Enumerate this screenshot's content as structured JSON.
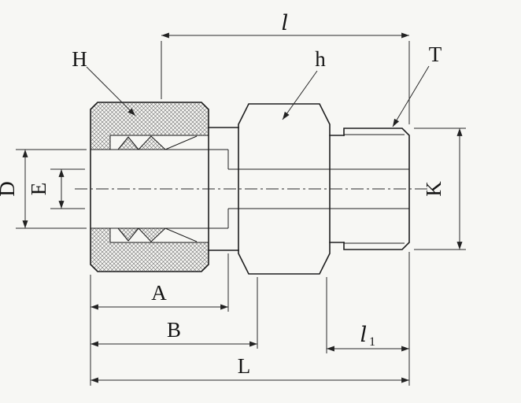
{
  "colors": {
    "background": "#f7f7f4",
    "ink": "#1f1f1f",
    "hatch": "#6e6e6e"
  },
  "diagram": {
    "type": "dimensioned-technical-drawing",
    "labels": {
      "l": "l",
      "H": "H",
      "h": "h",
      "T": "T",
      "D": "D",
      "E": "E",
      "K": "K",
      "A": "A",
      "B": "B",
      "l1_base": "l",
      "l1_sub": "1",
      "L": "L"
    }
  }
}
